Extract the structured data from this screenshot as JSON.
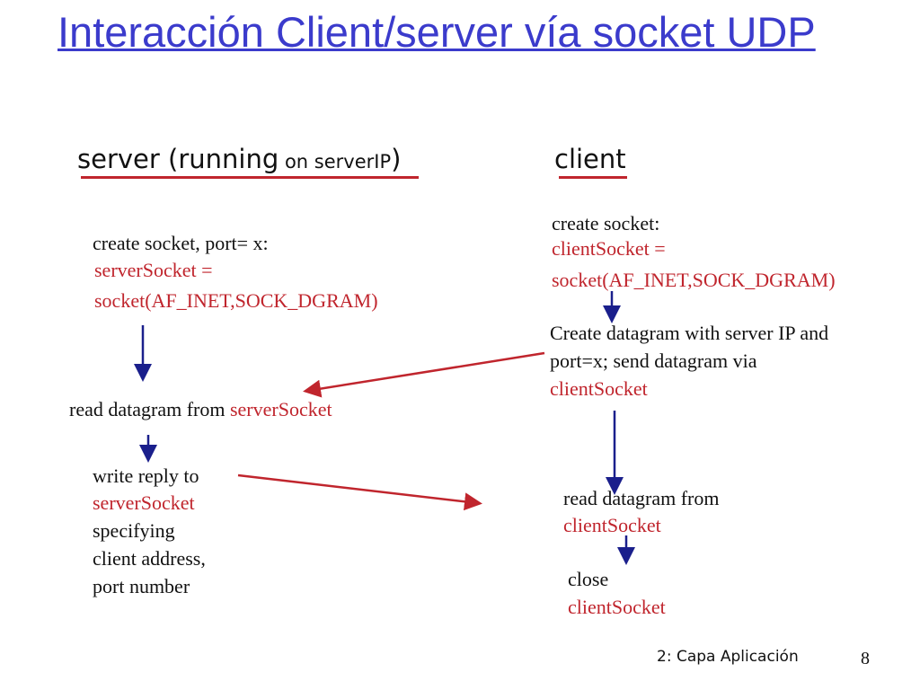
{
  "title": "Interacción Client/server vía socket UDP",
  "server": {
    "heading_main": "server",
    "heading_paren_open": " (running",
    "heading_small": " on serverIP",
    "heading_paren_close": ")",
    "create_line1": "create socket, port= x:",
    "create_line2": "serverSocket =",
    "create_line3": "socket(AF_INET,SOCK_DGRAM)",
    "read_prefix": "read datagram from ",
    "read_socket": "serverSocket",
    "write_line1": "write reply to",
    "write_line2": "serverSocket",
    "write_line3": "specifying",
    "write_line4": "client address,",
    "write_line5": "port number"
  },
  "client": {
    "heading": "client",
    "create_line1": "create socket:",
    "create_line2": "clientSocket =",
    "create_line3": "socket(AF_INET,SOCK_DGRAM)",
    "send_line1": "Create datagram with server IP and",
    "send_line2": "port=x; send datagram via",
    "send_line3": "clientSocket",
    "read_line1": "read datagram from",
    "read_line2": "clientSocket",
    "close_line1": "close",
    "close_line2": "clientSocket"
  },
  "footer": {
    "label": "2: Capa Aplicación",
    "page_number": "8"
  },
  "colors": {
    "title": "#3b3bcc",
    "accent_red": "#c0252d",
    "flow_arrow_blue": "#1a1f8c"
  }
}
